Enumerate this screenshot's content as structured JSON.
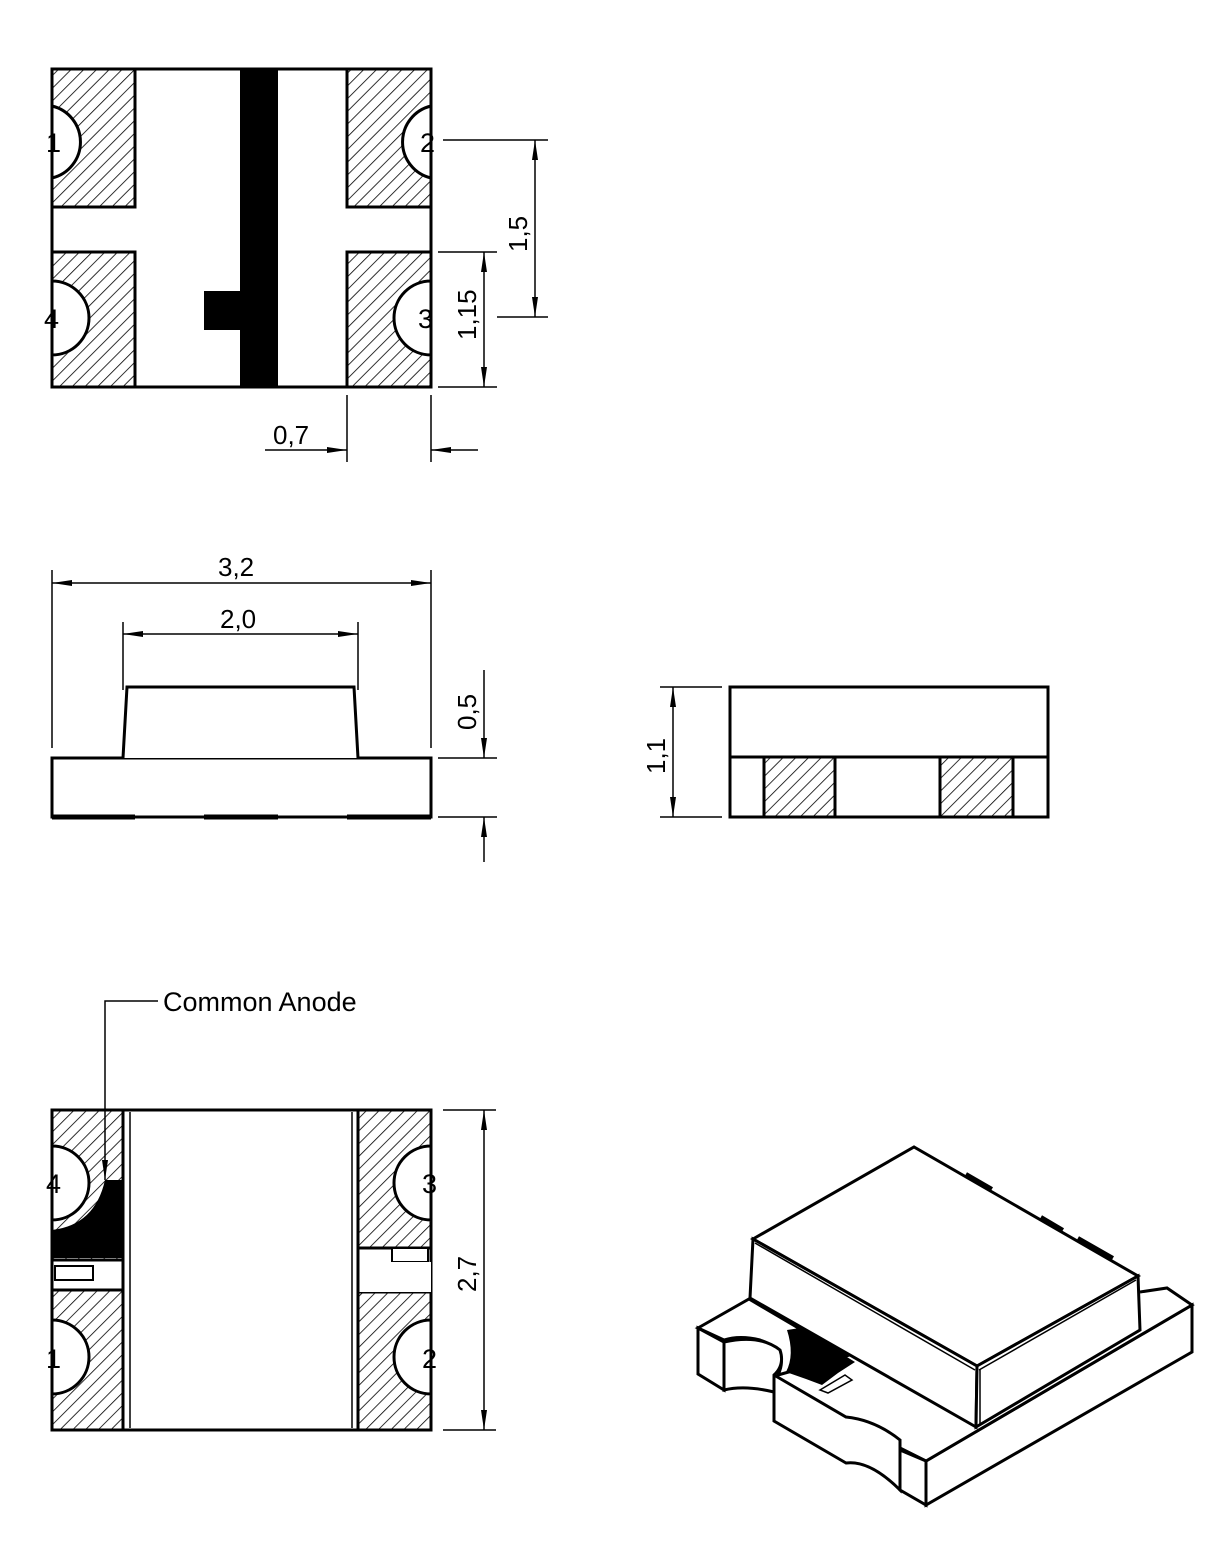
{
  "top_view": {
    "pins": [
      "1",
      "2",
      "3",
      "4"
    ],
    "dims": {
      "pitch": "1,5",
      "pad_length": "1,15",
      "pad_width": "0,7"
    }
  },
  "side_view": {
    "dims": {
      "overall_length": "3,2",
      "lens_length": "2,0",
      "lens_height": "0,5"
    }
  },
  "end_view": {
    "dims": {
      "overall_height": "1,1"
    }
  },
  "bottom_view": {
    "pins": [
      "4",
      "3",
      "1",
      "2"
    ],
    "dims": {
      "overall_width": "2,7"
    },
    "callout": "Common Anode"
  },
  "colors": {
    "line": "#000000",
    "background": "#ffffff"
  }
}
